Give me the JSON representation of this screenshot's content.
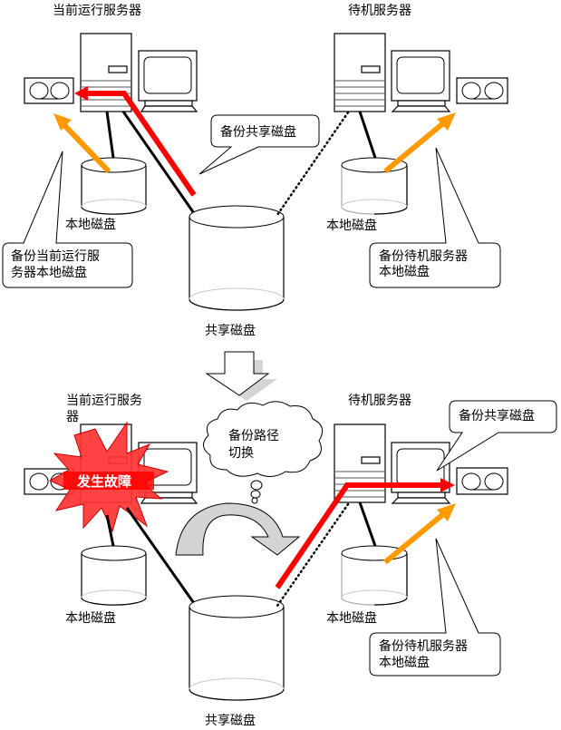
{
  "colors": {
    "failover_path": "#ff0000",
    "local_backup_path": "#ff9900",
    "failure_burst": "#ff3333",
    "transition_arrow": "#d4d4d4"
  },
  "top_scene": {
    "active_server_label": "当前运行服务器",
    "standby_server_label": "待机服务器",
    "active_local_disk_label": "本地磁盘",
    "standby_local_disk_label": "本地磁盘",
    "shared_disk_label": "共享磁盘",
    "callout_backup_shared": "备份共享磁盘",
    "callout_backup_active_local": [
      "备份当前运行服",
      "务器本地磁盘"
    ],
    "callout_backup_standby_local": [
      "备份待机服务器",
      "本地磁盘"
    ]
  },
  "bottom_scene": {
    "active_server_label": [
      "当前运行服务",
      "器"
    ],
    "standby_server_label": "待机服务器",
    "failure_label": "发生故障",
    "thought_bubble": [
      "备份路径",
      "切换"
    ],
    "callout_backup_shared": "备份共享磁盘",
    "active_local_disk_label": "本地磁盘",
    "standby_local_disk_label": "本地磁盘",
    "shared_disk_label": "共享磁盘",
    "callout_backup_standby_local": [
      "备份待机服务器",
      "本地磁盘"
    ]
  }
}
